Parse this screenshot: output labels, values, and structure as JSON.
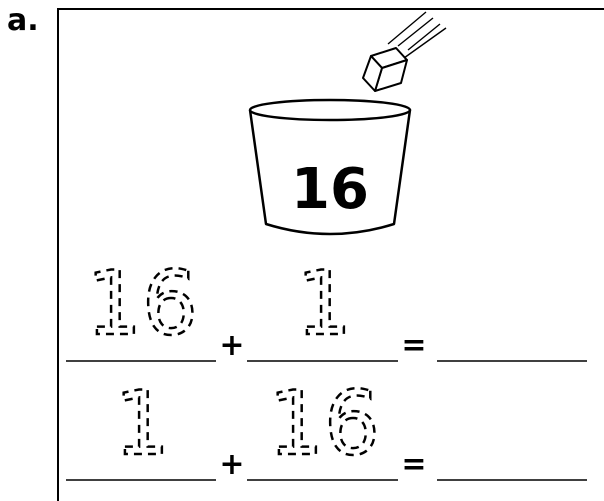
{
  "problem": {
    "label": "a.",
    "bucket_number": "16",
    "equations": [
      {
        "first": "16",
        "operator": "+",
        "second": "1",
        "equals": "="
      },
      {
        "first": "1",
        "operator": "+",
        "second": "16",
        "equals": "="
      }
    ]
  }
}
